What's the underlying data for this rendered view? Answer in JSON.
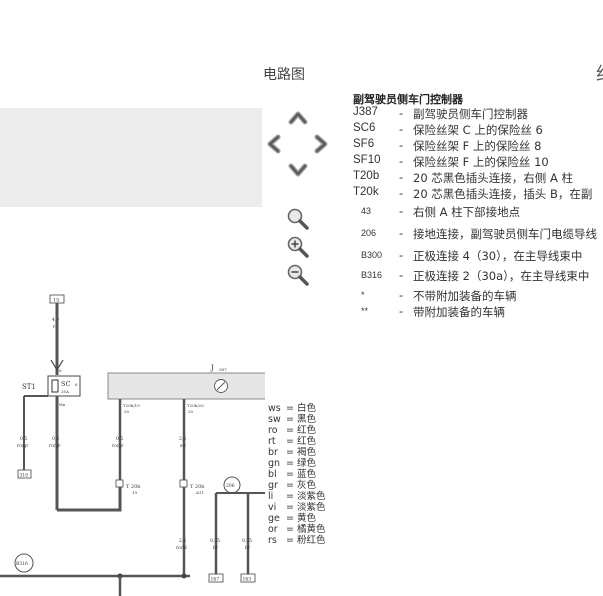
{
  "title": "电路图",
  "right_edge_glyph": "约",
  "legend": {
    "heading": "副驾驶员侧车门控制器",
    "items": [
      {
        "code": "J387",
        "desc": "副驾驶员侧车门控制器"
      },
      {
        "code": "SC6",
        "desc": "保险丝架 C 上的保险丝 6"
      },
      {
        "code": "SF6",
        "desc": "保险丝架 F 上的保险丝 8"
      },
      {
        "code": "SF10",
        "desc": "保险丝架 F 上的保险丝 10"
      },
      {
        "code": "T20b",
        "desc": "20 芯黑色插头连接，右侧 A 柱"
      },
      {
        "code": "T20k",
        "desc": "20 芯黑色插头连接，插头 B，在副"
      },
      {
        "code": "43",
        "desc": "右侧 A 柱下部接地点"
      },
      {
        "code": "206",
        "desc": "接地连接，副驾驶员侧车门电缆导线"
      },
      {
        "code": "B300",
        "desc": "正极连接 4（30），在主导线束中"
      },
      {
        "code": "B316",
        "desc": "正极连接 2（30a），在主导线束中"
      },
      {
        "code": "*",
        "desc": "不带附加装备的车辆"
      },
      {
        "code": "**",
        "desc": "带附加装备的车辆"
      }
    ]
  },
  "colors": [
    {
      "k": "ws",
      "v": "白色"
    },
    {
      "k": "sw",
      "v": "黑色"
    },
    {
      "k": "ro",
      "v": "红色"
    },
    {
      "k": "rt",
      "v": "红色"
    },
    {
      "k": "br",
      "v": "褐色"
    },
    {
      "k": "gn",
      "v": "绿色"
    },
    {
      "k": "bl",
      "v": "蓝色"
    },
    {
      "k": "gr",
      "v": "灰色"
    },
    {
      "k": "li",
      "v": "淡紫色"
    },
    {
      "k": "vi",
      "v": "淡紫色"
    },
    {
      "k": "ge",
      "v": "黄色"
    },
    {
      "k": "or",
      "v": "橘黄色"
    },
    {
      "k": "rs",
      "v": "粉红色"
    }
  ],
  "diagram": {
    "top_box": "15",
    "top_wire_size": "4,0",
    "top_wire_color": "ro",
    "st_label": "ST1",
    "sc_label": "SC",
    "sc_num": "6",
    "sc_amp": "35A",
    "sc_sub": "6",
    "sc_foot": "Wa",
    "j_label": "J",
    "j_num": "387",
    "w1_size": "0,5",
    "w1_color": "ro/gr",
    "w2_size": "0,5",
    "w2_color": "ro/gr",
    "w3_size": "0,5",
    "w3_color": "ro/gr",
    "w3_pin": "T20b/19",
    "w3_pin2": "30",
    "w4_size": "2,5",
    "w4_color": "sw",
    "w4_pin": "T20b/20",
    "w4_pin2": "20",
    "t1_label": "T 20b",
    "t1_sub": "19",
    "t2_label": "T 20b",
    "t2_sub": "A11",
    "ground206": "206",
    "ground310": "310",
    "ground316": "B316",
    "w5_size": "2,5",
    "w5_color": "ro/bl",
    "w6_size": "0,35",
    "w6_color": "br",
    "w7_size": "0,35",
    "w7_color": "br",
    "box167": "167",
    "box163": "163"
  }
}
